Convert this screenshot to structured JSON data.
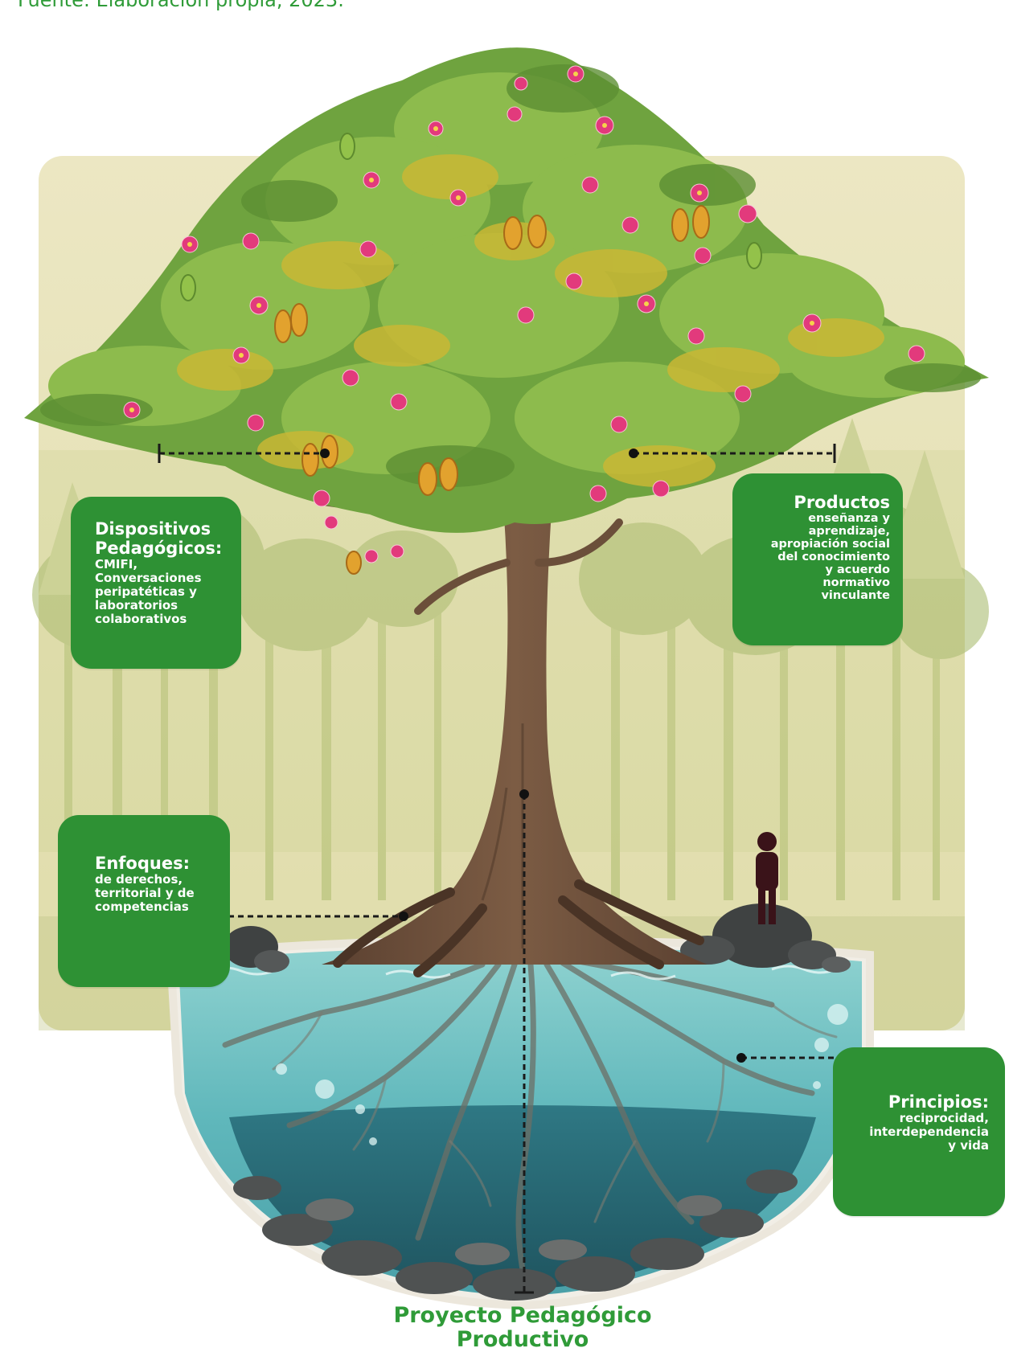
{
  "source_caption": "Fuente: Elaboración propia, 2023.",
  "cards": {
    "dispositivos": {
      "title": "Dispositivos Pedagógicos:",
      "body": "CMIFI,\nConversaciones peripatéticas y laboratorios colaborativos"
    },
    "productos": {
      "title": "Productos",
      "body": "enseñanza y\naprendizaje,\napropiación social\ndel conocimiento\ny acuerdo\nnormativo\nvinculante"
    },
    "enfoques": {
      "title": "Enfoques:",
      "body": "de derechos,\nterritorial y  de\ncompetencias"
    },
    "principios": {
      "title": "Principios:",
      "body": "reciprocidad,\ninterdependencia\ny vida"
    }
  },
  "bottom_title": "Proyecto Pedagógico Productivo",
  "colors": {
    "card_green": "#2e9134",
    "title_green": "#2f9b38",
    "background": "#e9e4bf",
    "water": "#6fc2c4",
    "deep_water": "#2d6f79",
    "trunk": "#6b4f3a",
    "canopy": "#79ad45",
    "flower": "#e23a7c"
  },
  "icons": [
    "tree-illustration",
    "flower-icon",
    "cacao-pod-icon",
    "person-silhouette-icon",
    "rock-icon"
  ]
}
